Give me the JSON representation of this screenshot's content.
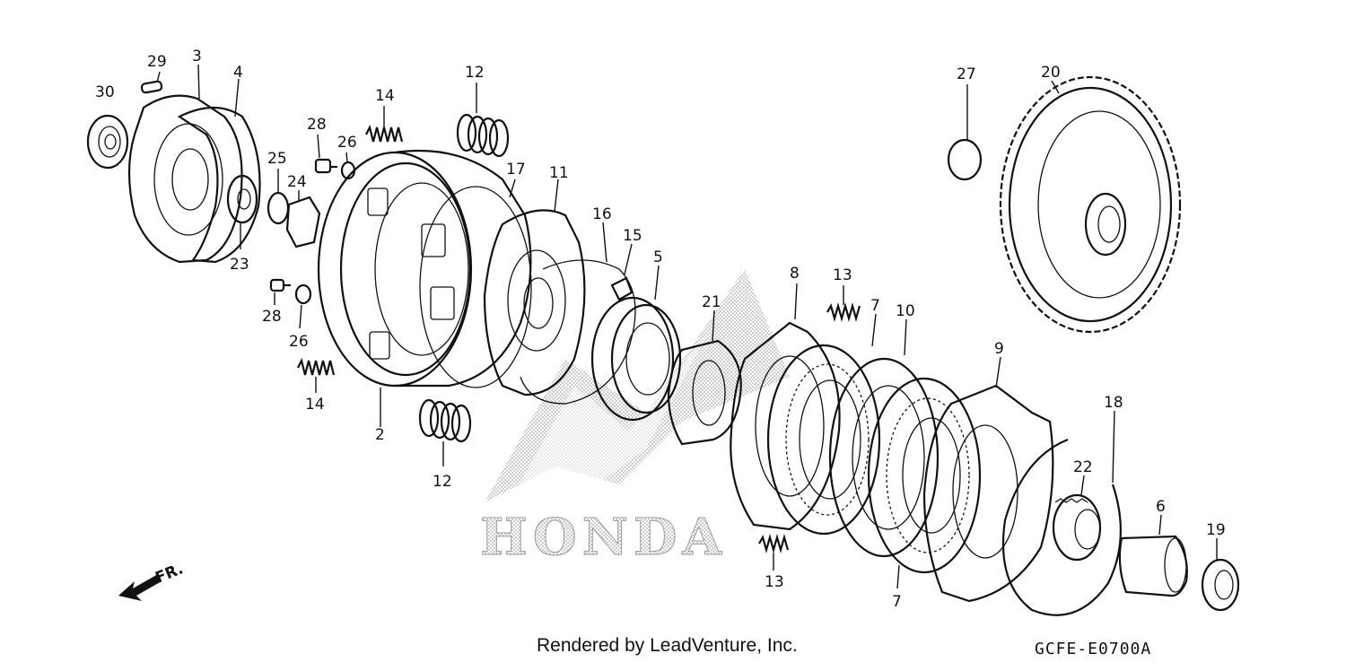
{
  "diagram": {
    "watermark_text": "HONDA",
    "direction_label": "FR.",
    "callouts": [
      "30",
      "29",
      "3",
      "4",
      "25",
      "24",
      "23",
      "28",
      "26",
      "14",
      "12",
      "17",
      "11",
      "16",
      "15",
      "5",
      "2",
      "21",
      "8",
      "13",
      "7",
      "10",
      "9",
      "18",
      "22",
      "6",
      "19",
      "27",
      "20"
    ]
  },
  "footer": {
    "credit": "Rendered by LeadVenture, Inc.",
    "code": "GCFE-E0700A"
  },
  "colors": {
    "line": "#111111",
    "watermark": "#b8b8b8",
    "background": "#ffffff"
  }
}
